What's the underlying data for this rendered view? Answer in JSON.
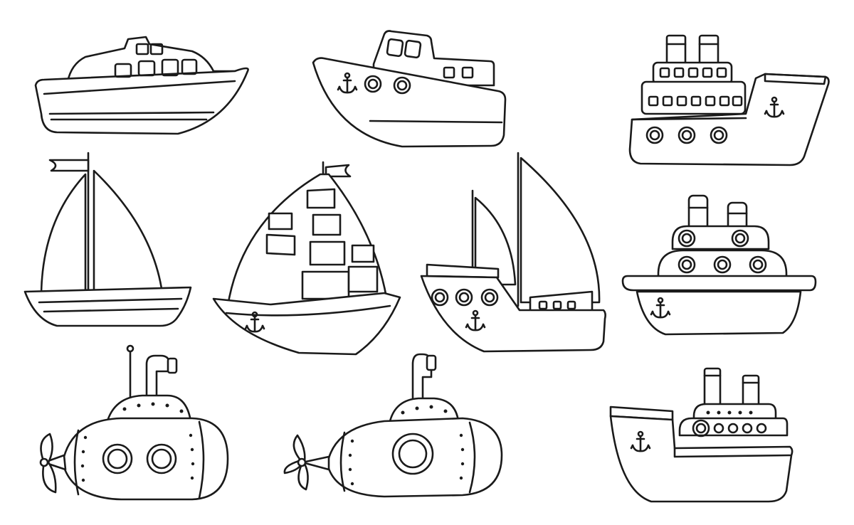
{
  "image": {
    "background_color": "#ffffff",
    "line_color": "#1a1a1a",
    "style": "black outline coloring-page illustration",
    "items": [
      {
        "name": "motor-yacht"
      },
      {
        "name": "tugboat"
      },
      {
        "name": "steamship-large"
      },
      {
        "name": "sailboat"
      },
      {
        "name": "pirate-galleon"
      },
      {
        "name": "sail-cargo-ship"
      },
      {
        "name": "round-steamboat"
      },
      {
        "name": "submarine-two-portholes"
      },
      {
        "name": "submarine-one-porthole"
      },
      {
        "name": "ocean-liner"
      }
    ]
  }
}
